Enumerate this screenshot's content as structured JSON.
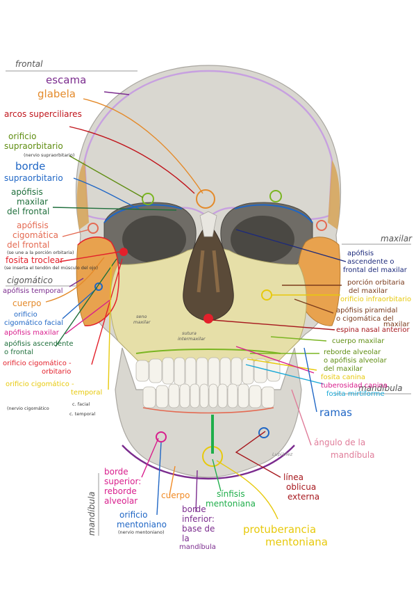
{
  "sections": {
    "frontal": "frontal",
    "cigomatico": "cigomático",
    "maxilar": "maxilar",
    "mandibula_right": "mandíbula",
    "mandibula_vertical": "mandíbula"
  },
  "labels": {
    "escama": "escama",
    "glabela": "glabela",
    "arcos": "arcos superciliares",
    "orificio_supra_1": "orificio",
    "orificio_supra_2": "supraorbitario",
    "orificio_supra_note": "(nervio supraorbitario)",
    "borde_supra_1": "borde",
    "borde_supra_2": "supraorbitario",
    "apof_cig_front_1": "apófisis",
    "apof_cig_front_2": "cigomática",
    "apof_cig_front_3": "del frontal",
    "apof_cig_front_note": "(se une a la porción orbitaria)",
    "fosita_troclear": "fosita troclear",
    "fosita_note": "(se inserta el tendón del músculo del ojo)",
    "apof_max_front_1": "apófisis",
    "apof_max_front_2": "maxilar",
    "apof_max_front_3": "del frontal",
    "apof_temporal": "apófisis temporal",
    "cuerpo_cig": "cuerpo",
    "orif_cig_facial_1": "orificio",
    "orif_cig_facial_2": "cigomático facial",
    "apof_maxilar": "apófisis maxilar",
    "apof_asc_front_1": "apófisis ascendente",
    "apof_asc_front_2": "o frontal",
    "orif_cig_orb_1": "orificio cigomático -",
    "orif_cig_orb_2": "orbitario",
    "orif_cig_temp_1": "orificio cigomático -",
    "orif_cig_temp_2": "temporal",
    "nervio_cig": "(nervio cigomático",
    "c_facial": "c. facial",
    "c_temporal": "c. temporal",
    "apof_asc_max_1": "apófisis",
    "apof_asc_max_2": "ascendente o",
    "apof_asc_max_3": "frontal del maxilar",
    "porcion_orb_1": "porción orbitaria",
    "porcion_orb_2": "del maxilar",
    "orif_infraorb": "orificio infraorbitario",
    "apof_pira_1": "apófisis piramidal",
    "apof_pira_2": "o cigomática del",
    "apof_pira_3": "maxilar",
    "espina_nasal": "espina nasal anterior",
    "cuerpo_max": "cuerpo maxilar",
    "reborde_alv_1": "reborde alveolar",
    "reborde_alv_2": "o apófisis alveolar",
    "reborde_alv_3": "del maxilar",
    "fosita_canina": "fosita canina",
    "tuberosidad": "tuberosidad canina",
    "fosita_mirti": "fosita mirtiforme",
    "ramas": "ramas",
    "angulo_1": "ángulo de la",
    "angulo_2": "mandíbula",
    "linea_obl_1": "línea",
    "linea_obl_2": "oblicua",
    "linea_obl_3": "externa",
    "protuberancia_1": "protuberancia",
    "protuberancia_2": "mentoniana",
    "sinfisis_1": "sínfisis",
    "sinfisis_2": "mentoniana",
    "borde_inf_1": "borde",
    "borde_inf_2": "inferior:",
    "borde_inf_3": "base de",
    "borde_inf_4": "la",
    "borde_inf_5": "mandíbula",
    "cuerpo_mand": "cuerpo",
    "orif_ment_1": "orificio",
    "orif_ment_2": "mentoniano",
    "orif_ment_note": "(nervio mentoniano)",
    "borde_sup_1": "borde",
    "borde_sup_2": "superior:",
    "borde_sup_3": "reborde",
    "borde_sup_4": "alveolar",
    "seno_maxilar_1": "seno",
    "seno_maxilar_2": "maxilar",
    "sutura_1": "sutura",
    "sutura_2": "intermaxilar",
    "firma": "Lupiàñez"
  },
  "colors": {
    "bone": "#d9d7d0",
    "bone_dark": "#a9a6a0",
    "frontal_outline": "#c7a0e0",
    "zygomatic": "#e8a24e",
    "maxilla": "#e6dfa8",
    "maxilla_dark": "#b7ad6e",
    "nasal": "#8a6a46",
    "teeth": "#f5f3ec",
    "escama": "#7b2c8e",
    "glabela": "#e48a2a",
    "arcos": "#c0141b",
    "green_label": "#5f8d12",
    "blue": "#1f66c5",
    "dark_green": "#1f6f3c",
    "red": "#e3202b",
    "salmon": "#e46a52",
    "purple": "#7b2c8e",
    "navy": "#1d2a7b",
    "brown": "#7a3b1c",
    "dark_red": "#a6171d",
    "magenta": "#d81d8c",
    "cyan": "#18a8d6",
    "pink": "#e07d9a",
    "yellow": "#e7c90c",
    "olive": "#8b9a2a",
    "orange": "#f08a24"
  }
}
